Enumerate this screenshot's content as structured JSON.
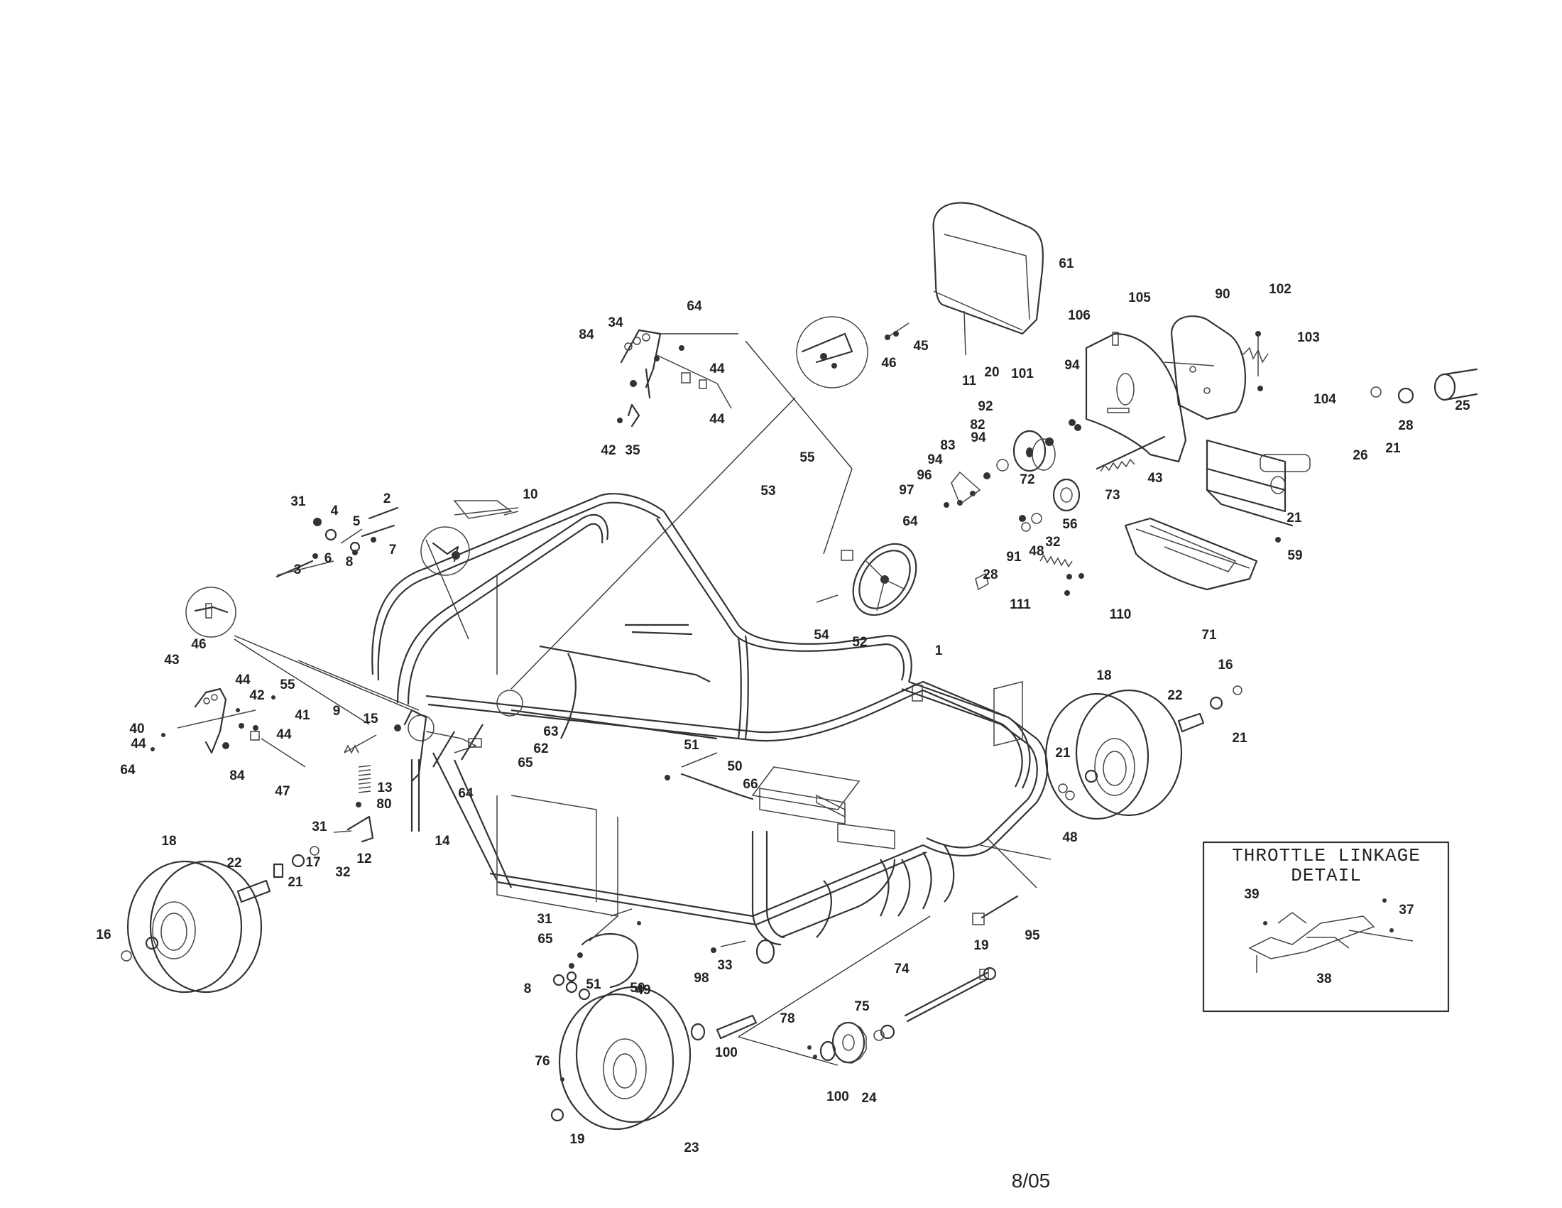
{
  "diagram": {
    "detail_box_title_line1": "THROTTLE LINKAGE",
    "detail_box_title_line2": "DETAIL",
    "footer_date": "8/05",
    "callouts": [
      {
        "label": "61"
      },
      {
        "label": "105"
      },
      {
        "label": "90"
      },
      {
        "label": "102"
      },
      {
        "label": "103"
      },
      {
        "label": "106"
      },
      {
        "label": "11"
      },
      {
        "label": "94"
      },
      {
        "label": "101"
      },
      {
        "label": "20"
      },
      {
        "label": "92"
      },
      {
        "label": "82"
      },
      {
        "label": "94"
      },
      {
        "label": "83"
      },
      {
        "label": "94"
      },
      {
        "label": "96"
      },
      {
        "label": "97"
      },
      {
        "label": "72"
      },
      {
        "label": "43"
      },
      {
        "label": "73"
      },
      {
        "label": "56"
      },
      {
        "label": "32"
      },
      {
        "label": "48"
      },
      {
        "label": "91"
      },
      {
        "label": "28"
      },
      {
        "label": "111"
      },
      {
        "label": "110"
      },
      {
        "label": "71"
      },
      {
        "label": "104"
      },
      {
        "label": "25"
      },
      {
        "label": "28"
      },
      {
        "label": "21"
      },
      {
        "label": "26"
      },
      {
        "label": "21"
      },
      {
        "label": "59"
      },
      {
        "label": "64"
      },
      {
        "label": "34"
      },
      {
        "label": "84"
      },
      {
        "label": "44"
      },
      {
        "label": "44"
      },
      {
        "label": "42"
      },
      {
        "label": "35"
      },
      {
        "label": "46"
      },
      {
        "label": "45"
      },
      {
        "label": "55"
      },
      {
        "label": "53"
      },
      {
        "label": "64"
      },
      {
        "label": "54"
      },
      {
        "label": "52"
      },
      {
        "label": "10"
      },
      {
        "label": "31"
      },
      {
        "label": "4"
      },
      {
        "label": "2"
      },
      {
        "label": "5"
      },
      {
        "label": "7"
      },
      {
        "label": "3"
      },
      {
        "label": "6"
      },
      {
        "label": "8"
      },
      {
        "label": "43"
      },
      {
        "label": "46"
      },
      {
        "label": "44"
      },
      {
        "label": "42"
      },
      {
        "label": "55"
      },
      {
        "label": "40"
      },
      {
        "label": "41"
      },
      {
        "label": "44"
      },
      {
        "label": "44"
      },
      {
        "label": "64"
      },
      {
        "label": "84"
      },
      {
        "label": "47"
      },
      {
        "label": "9"
      },
      {
        "label": "15"
      },
      {
        "label": "63"
      },
      {
        "label": "62"
      },
      {
        "label": "65"
      },
      {
        "label": "64"
      },
      {
        "label": "13"
      },
      {
        "label": "80"
      },
      {
        "label": "31"
      },
      {
        "label": "12"
      },
      {
        "label": "14"
      },
      {
        "label": "1"
      },
      {
        "label": "18"
      },
      {
        "label": "16"
      },
      {
        "label": "22"
      },
      {
        "label": "21"
      },
      {
        "label": "21"
      },
      {
        "label": "48"
      },
      {
        "label": "51"
      },
      {
        "label": "50"
      },
      {
        "label": "66"
      },
      {
        "label": "18"
      },
      {
        "label": "22"
      },
      {
        "label": "21"
      },
      {
        "label": "17"
      },
      {
        "label": "32"
      },
      {
        "label": "16"
      },
      {
        "label": "31"
      },
      {
        "label": "65"
      },
      {
        "label": "51"
      },
      {
        "label": "50"
      },
      {
        "label": "49"
      },
      {
        "label": "8"
      },
      {
        "label": "33"
      },
      {
        "label": "98"
      },
      {
        "label": "100"
      },
      {
        "label": "76"
      },
      {
        "label": "19"
      },
      {
        "label": "23"
      },
      {
        "label": "74"
      },
      {
        "label": "19"
      },
      {
        "label": "95"
      },
      {
        "label": "78"
      },
      {
        "label": "75"
      },
      {
        "label": "100"
      },
      {
        "label": "24"
      },
      {
        "label": "39"
      },
      {
        "label": "37"
      },
      {
        "label": "38"
      }
    ]
  }
}
